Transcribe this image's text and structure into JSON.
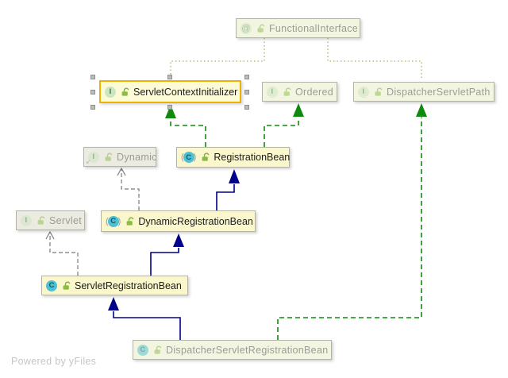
{
  "app": {
    "footer": "Powered by yFiles"
  },
  "icons": {
    "interface_letter": "I",
    "class_letter": "C",
    "annotation_symbol": "@",
    "abstract_paren_open": "(",
    "abstract_paren_close": ")",
    "inner_mark": "↙"
  },
  "colors": {
    "extends_edge": "#00008b",
    "implements_edge": "#0f8a0f",
    "library_realize_edge": "#7a7a7a",
    "annotation_edge": "#abb050",
    "selection_border": "#edb200",
    "project_node_bg": "#fbf7cd",
    "library_node_bg": "#f2f5e0",
    "gray_node_bg": "#ebebe2"
  },
  "nodes": {
    "functional_interface": {
      "label": "FunctionalInterface",
      "kind": "annotation"
    },
    "servlet_context_initializer": {
      "label": "ServletContextInitializer",
      "kind": "interface",
      "selected": true
    },
    "ordered": {
      "label": "Ordered",
      "kind": "interface"
    },
    "dispatcher_servlet_path": {
      "label": "DispatcherServletPath",
      "kind": "interface"
    },
    "dynamic": {
      "label": "Dynamic",
      "kind": "inner-interface"
    },
    "registration_bean": {
      "label": "RegistrationBean",
      "kind": "abstract-class"
    },
    "servlet": {
      "label": "Servlet",
      "kind": "interface"
    },
    "dynamic_registration_bean": {
      "label": "DynamicRegistrationBean",
      "kind": "abstract-class"
    },
    "servlet_registration_bean": {
      "label": "ServletRegistrationBean",
      "kind": "class"
    },
    "dispatcher_servlet_registration_bean": {
      "label": "DispatcherServletRegistrationBean",
      "kind": "class"
    }
  },
  "edges": [
    {
      "from": "ServletContextInitializer",
      "to": "FunctionalInterface",
      "type": "annotated-by"
    },
    {
      "from": "DispatcherServletPath",
      "to": "FunctionalInterface",
      "type": "annotated-by"
    },
    {
      "from": "RegistrationBean",
      "to": "ServletContextInitializer",
      "type": "implements"
    },
    {
      "from": "RegistrationBean",
      "to": "Ordered",
      "type": "implements"
    },
    {
      "from": "DynamicRegistrationBean",
      "to": "Dynamic",
      "type": "implements-library"
    },
    {
      "from": "DynamicRegistrationBean",
      "to": "RegistrationBean",
      "type": "extends"
    },
    {
      "from": "ServletRegistrationBean",
      "to": "Servlet",
      "type": "implements-library"
    },
    {
      "from": "ServletRegistrationBean",
      "to": "DynamicRegistrationBean",
      "type": "extends"
    },
    {
      "from": "DispatcherServletRegistrationBean",
      "to": "ServletRegistrationBean",
      "type": "extends"
    },
    {
      "from": "DispatcherServletRegistrationBean",
      "to": "DispatcherServletPath",
      "type": "implements"
    }
  ]
}
